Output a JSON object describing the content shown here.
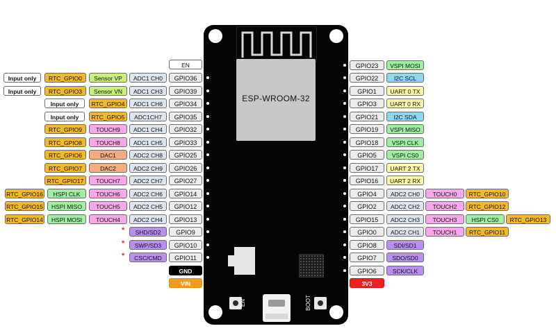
{
  "board": {
    "module_label": "ESP-WROOM-32",
    "en_button_label": "EN",
    "boot_button_label": "BOOT"
  },
  "left_top": {
    "en": "EN"
  },
  "left_rows": [
    {
      "gpio": "GPIO36",
      "f1": "ADC1 CH0",
      "f2": "Sensor VP",
      "f3": "RTC_GPIO0",
      "f4": "Input only"
    },
    {
      "gpio": "GPIO39",
      "f1": "ADC1 CH3",
      "f2": "Sensor VN",
      "f3": "RTC_GPIO3",
      "f4": "Input only"
    },
    {
      "gpio": "GPIO34",
      "f1": "ADC1 CH6",
      "f2": "RTC_GPIO4",
      "f3": "Input only"
    },
    {
      "gpio": "GPIO35",
      "f1": "ADC1CH7",
      "f2": "RTC_GPIO5",
      "f3": "Input only"
    },
    {
      "gpio": "GPIO32",
      "f1": "ADC1 CH4",
      "f2": "TOUCH9",
      "f3": "RTC_GPIO9"
    },
    {
      "gpio": "GPIO33",
      "f1": "ADC1 CH5",
      "f2": "TOUCH8",
      "f3": "RTC_GPIO8"
    },
    {
      "gpio": "GPIO25",
      "f1": "ADC2 CH8",
      "f2": "DAC1",
      "f3": "RTC_GPIO6"
    },
    {
      "gpio": "GPIO26",
      "f1": "ADC2 CH9",
      "f2": "DAC2",
      "f3": "RTC_GPIO7"
    },
    {
      "gpio": "GPIO27",
      "f1": "ADC2 CH7",
      "f2": "TOUCH7",
      "f3": "RTC_GPIO17"
    },
    {
      "gpio": "GPIO14",
      "f1": "ADC2 CH6",
      "f2": "TOUCH6",
      "f3": "HSPI CLK",
      "f4": "RTC_GPIO16"
    },
    {
      "gpio": "GPIO12",
      "f1": "ADC2 CH5",
      "f2": "TOUCH5",
      "f3": "HSPI MISO",
      "f4": "RTC_GPIO15"
    },
    {
      "gpio": "GPIO13",
      "f1": "ADC2 CH4",
      "f2": "TOUCH4",
      "f3": "HSPI MOSI",
      "f4": "RTC_GPIO14"
    },
    {
      "gpio": "GPIO9",
      "f1": "SHD/SD2",
      "star": "*"
    },
    {
      "gpio": "GPIO10",
      "f1": "SWP/SD3",
      "star": "*"
    },
    {
      "gpio": "GPIO11",
      "f1": "CSC/CMD",
      "star": "*"
    },
    {
      "gpio": "GND"
    },
    {
      "gpio": "VIN"
    }
  ],
  "right_rows": [
    {
      "gpio": "GPIO23",
      "f1": "VSPI MOSI"
    },
    {
      "gpio": "GPIO22",
      "f1": "I2C SCL"
    },
    {
      "gpio": "GPIO1",
      "f1": "UART 0 TX"
    },
    {
      "gpio": "GPIO3",
      "f1": "UART 0 RX"
    },
    {
      "gpio": "GPIO21",
      "f1": "I2C SDA"
    },
    {
      "gpio": "GPIO19",
      "f1": "VSPI MISO"
    },
    {
      "gpio": "GPIO18",
      "f1": "VSPI CLK"
    },
    {
      "gpio": "GPIO5",
      "f1": "VSPI CS0"
    },
    {
      "gpio": "GPIO17",
      "f1": "UART 2 TX"
    },
    {
      "gpio": "GPIO16",
      "f1": "UART 2 RX"
    },
    {
      "gpio": "GPIO4",
      "f1": "ADC2 CH0",
      "f2": "TOUCH0",
      "f3": "RTC_GPIO10"
    },
    {
      "gpio": "GPIO2",
      "f1": "ADC2 CH2",
      "f2": "TOUCH2",
      "f3": "RTC_GPIO12"
    },
    {
      "gpio": "GPIO15",
      "f1": "ADC2 CH3",
      "f2": "TOUCH3",
      "f3": "HSPI CS0",
      "f4": "RTC_GPIO13"
    },
    {
      "gpio": "GPIO0",
      "f1": "ADC2 CH1",
      "f2": "TOUCH1",
      "f3": "RTC_GPIO11"
    },
    {
      "gpio": "GPIO8",
      "f1": "SDI/SD1"
    },
    {
      "gpio": "GPIO7",
      "f1": "SDO/SD0"
    },
    {
      "gpio": "GPIO6",
      "f1": "SCK/CLK"
    },
    {
      "gpio": "3V3"
    }
  ]
}
